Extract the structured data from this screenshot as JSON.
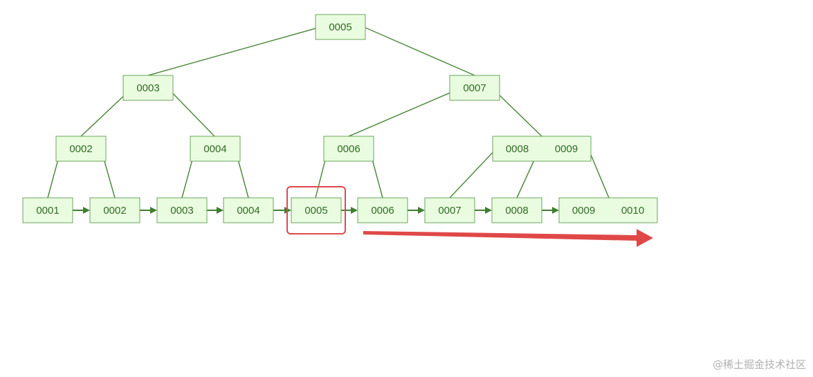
{
  "colors": {
    "node_fill": "#eafce0",
    "node_stroke": "#6aa45c",
    "edge": "#4f8a3e",
    "arrow": "#3f7d31",
    "highlight": "#e04848",
    "scan_arrow": "#e04848",
    "text": "#2f6b24"
  },
  "tree": {
    "root": {
      "keys": [
        "0005"
      ]
    },
    "level2": [
      {
        "keys": [
          "0003"
        ]
      },
      {
        "keys": [
          "0007"
        ]
      }
    ],
    "level3": [
      {
        "keys": [
          "0002"
        ]
      },
      {
        "keys": [
          "0004"
        ]
      },
      {
        "keys": [
          "0006"
        ]
      },
      {
        "keys": [
          "0008",
          "0009"
        ]
      }
    ],
    "leaves": [
      {
        "keys": [
          "0001"
        ]
      },
      {
        "keys": [
          "0002"
        ]
      },
      {
        "keys": [
          "0003"
        ]
      },
      {
        "keys": [
          "0004"
        ]
      },
      {
        "keys": [
          "0005"
        ]
      },
      {
        "keys": [
          "0006"
        ]
      },
      {
        "keys": [
          "0007"
        ]
      },
      {
        "keys": [
          "0008"
        ]
      },
      {
        "keys": [
          "0009",
          "0010"
        ]
      }
    ],
    "highlighted_leaf": 4
  },
  "watermark": "@稀土掘金技术社区"
}
